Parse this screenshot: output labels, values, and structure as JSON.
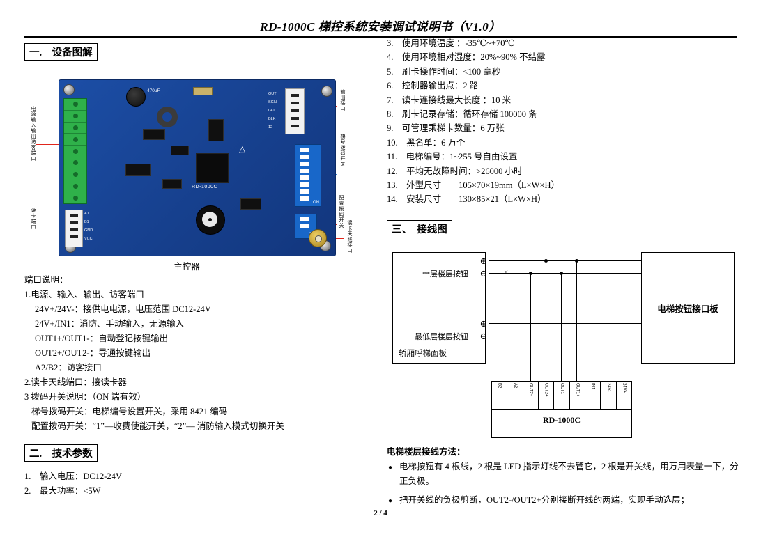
{
  "page": {
    "title": "RD-1000C 梯控系统安装调试说明书（V1.0）",
    "page_number": "2 / 4"
  },
  "left": {
    "section1_title": "一.　设备图解",
    "board": {
      "caption": "主控器",
      "labels_left": [
        "电源输入输出访客端口",
        "读卡端口"
      ],
      "labels_right": [
        "输出接口",
        "梯号拨码开关",
        "配置拨码开关",
        "读卡天线接口"
      ],
      "silkscreen": {
        "cap": "470uF",
        "chip": "RD-1000C",
        "dip_on": "ON",
        "triangle": "△",
        "reader_pins": [
          "A1",
          "B1",
          "GND",
          "VCC"
        ],
        "header_pins": [
          "OUT",
          "SGN",
          "LAT",
          "BLK",
          "12"
        ]
      }
    },
    "port_desc_title": "端口说明：",
    "port_lines": [
      "1.电源、输入、输出、访客端口",
      "24V+/24V-：接供电电源，电压范围 DC12-24V",
      "24V+/IN1：消防、手动输入，无源输入",
      "OUT1+/OUT1-：自动登记按键输出",
      "OUT2+/OUT2-：导通按键输出",
      "A2/B2：访客接口",
      "2.读卡天线端口：接读卡器",
      "3 拨码开关说明：（ON 端有效）",
      "梯号拨码开关：电梯编号设置开关，采用 8421 编码",
      "配置拨码开关：“1”—收费使能开关，“2”— 消防输入模式切换开关"
    ],
    "section2_title": "二.　技术参数",
    "params": [
      "1.　输入电压：DC12-24V",
      "2.　最大功率：<5W"
    ]
  },
  "right": {
    "specs": [
      "3.　使用环境温度 ：-35℃~+70℃",
      "4.　使用环境相对湿度：20%~90% 不结露",
      "5.　刷卡操作时间：<100 毫秒",
      "6.　控制器输出点：2 路",
      "7.　读卡连接线最大长度 ：10 米",
      "8.　刷卡记录存储：循环存储 100000 条",
      "9.　可管理乘梯卡数量：6 万张",
      "10.　黑名单：6 万个",
      "11.　电梯编号：1~255 号自由设置",
      "12.　平均无故障时间：>26000 小时",
      "13.　外型尺寸　　105×70×19mm（L×W×H）",
      "14.　安装尺寸　　130×85×21（L×W×H）"
    ],
    "section3_title": "三、　接线图",
    "diagram": {
      "top_button_label": "**层楼层按钮",
      "bottom_button_label": "最低层楼层按钮",
      "panel_caption": "轿厢呼梯面板",
      "interface_board_label": "电梯按钮接口板",
      "controller_label": "RD-1000C",
      "plus": "⊕",
      "minus": "⊖",
      "cut_mark": "×",
      "terminals": [
        "B2",
        "A2",
        "OUT2-",
        "OUT2+",
        "OUT1-",
        "OUT1+",
        "IN1",
        "24V-",
        "24V+"
      ]
    },
    "method_title": "电梯楼层接线方法：",
    "bullets": [
      "电梯按钮有 4 根线，2 根是 LED 指示灯线不去管它，2 根是开关线，用万用表量一下，分正负极。",
      "把开关线的负极剪断，OUT2-/OUT2+分别接断开线的两端，实现手动选层；"
    ]
  }
}
